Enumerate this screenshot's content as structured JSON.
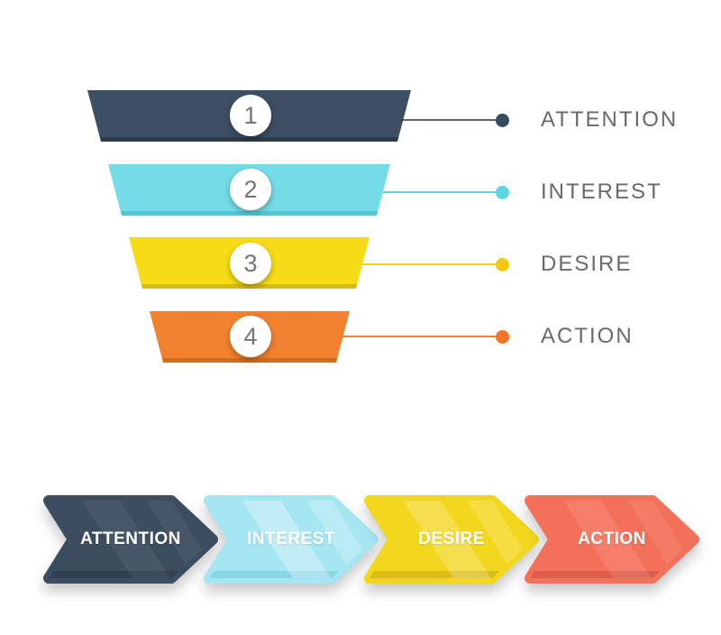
{
  "funnel": {
    "levels": [
      {
        "number": "1",
        "label": "ATTENTION",
        "color": "#3d4f63",
        "dark": "#2c3b4b",
        "line_color": "#5d656d",
        "dot_color": "#374a5e"
      },
      {
        "number": "2",
        "label": "INTEREST",
        "color": "#74dce7",
        "dark": "#52c3d2",
        "line_color": "#5fd4e2",
        "dot_color": "#5fd4e2"
      },
      {
        "number": "3",
        "label": "DESIRE",
        "color": "#f6dc16",
        "dark": "#d4b813",
        "line_color": "#f5d40e",
        "dot_color": "#f5c90e"
      },
      {
        "number": "4",
        "label": "ACTION",
        "color": "#f28130",
        "dark": "#d26a1e",
        "line_color": "#f07f2e",
        "dot_color": "#f07328"
      }
    ],
    "label_color": "#6a6a6a",
    "number_color": "#757575"
  },
  "arrows": {
    "items": [
      {
        "label": "ATTENTION",
        "color": "#3c4d60",
        "dark": "#2e3e4f"
      },
      {
        "label": "INTEREST",
        "color": "#a6e6f2",
        "dark": "#82d3e3"
      },
      {
        "label": "DESIRE",
        "color": "#f3d71e",
        "dark": "#d6b917"
      },
      {
        "label": "ACTION",
        "color": "#f3705a",
        "dark": "#d85a45"
      }
    ],
    "text_color": "#ffffff"
  }
}
